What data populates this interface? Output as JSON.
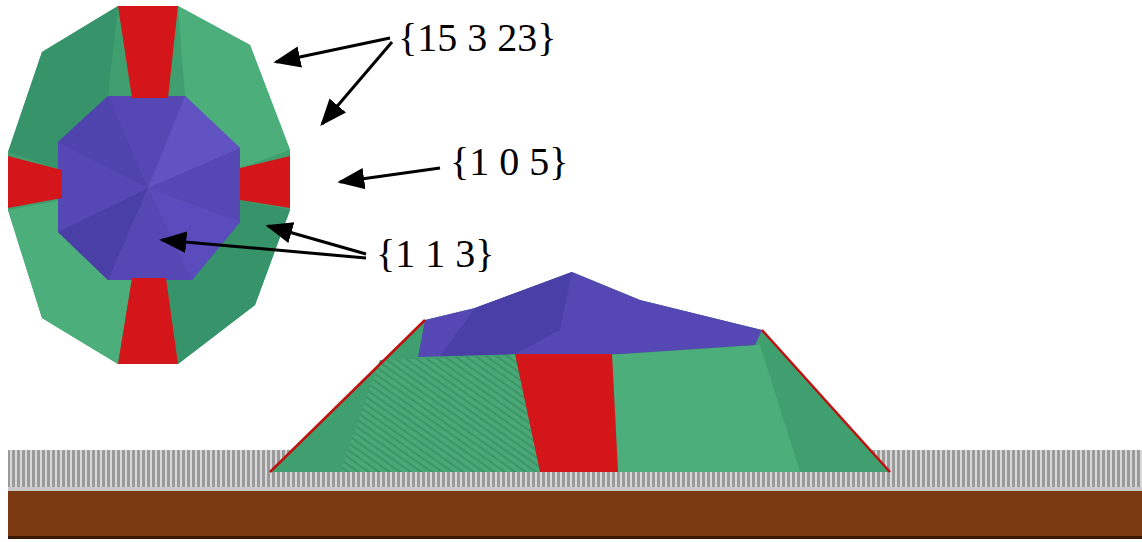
{
  "diagram": {
    "labels": [
      "{15 3 23}",
      "{1 0 5}",
      "{1 1 3}"
    ]
  }
}
